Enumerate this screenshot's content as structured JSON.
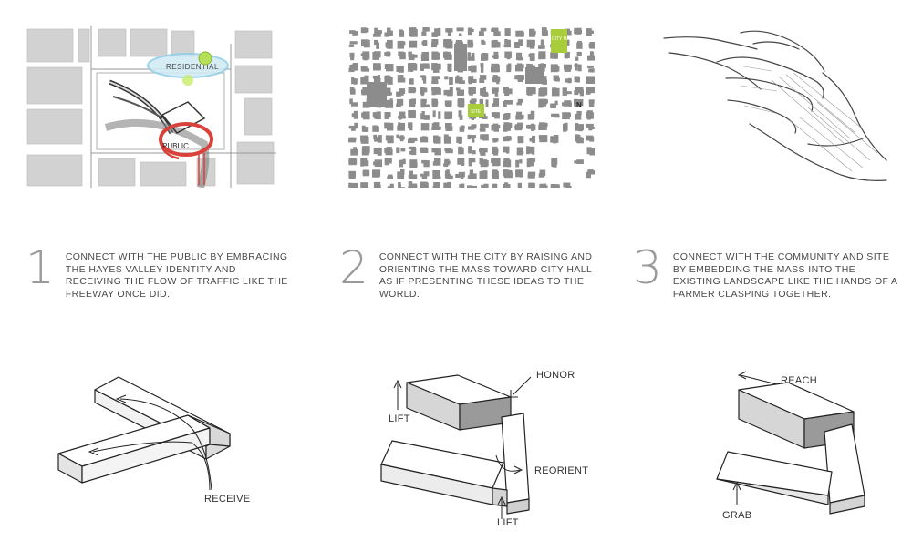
{
  "top_sketches": {
    "residential_label": "RESIDENTIAL",
    "public_label": "PUBLIC",
    "city_hall_label": "CITY HALL",
    "site_label": "SITE",
    "north_label": "N"
  },
  "steps": [
    {
      "number": "1",
      "text": "CONNECT WITH THE PUBLIC BY EMBRACING THE HAYES VALLEY IDENTITY AND RECEIVING THE FLOW OF TRAFFIC LIKE THE FREEWAY ONCE DID."
    },
    {
      "number": "2",
      "text": "CONNECT WITH THE CITY BY RAISING AND ORIENTING THE MASS TOWARD CITY HALL AS IF PRESENTING THESE IDEAS TO THE WORLD."
    },
    {
      "number": "3",
      "text": "CONNECT WITH THE COMMUNITY AND SITE BY EMBEDDING THE MASS INTO THE EXISTING LANDSCAPE LIKE THE HANDS OF A FARMER CLASPING TOGETHER."
    }
  ],
  "diagram_labels": {
    "receive": "RECEIVE",
    "honor": "HONOR",
    "lift_top": "LIFT",
    "reorient": "REORIENT",
    "lift_bottom": "LIFT",
    "reach": "REACH",
    "grab": "GRAB"
  },
  "colors": {
    "accent_green": "#a8cc3a",
    "public_red": "#d9423a",
    "residential_blue": "#8fcde6",
    "block_gray": "#8c8c8c"
  }
}
